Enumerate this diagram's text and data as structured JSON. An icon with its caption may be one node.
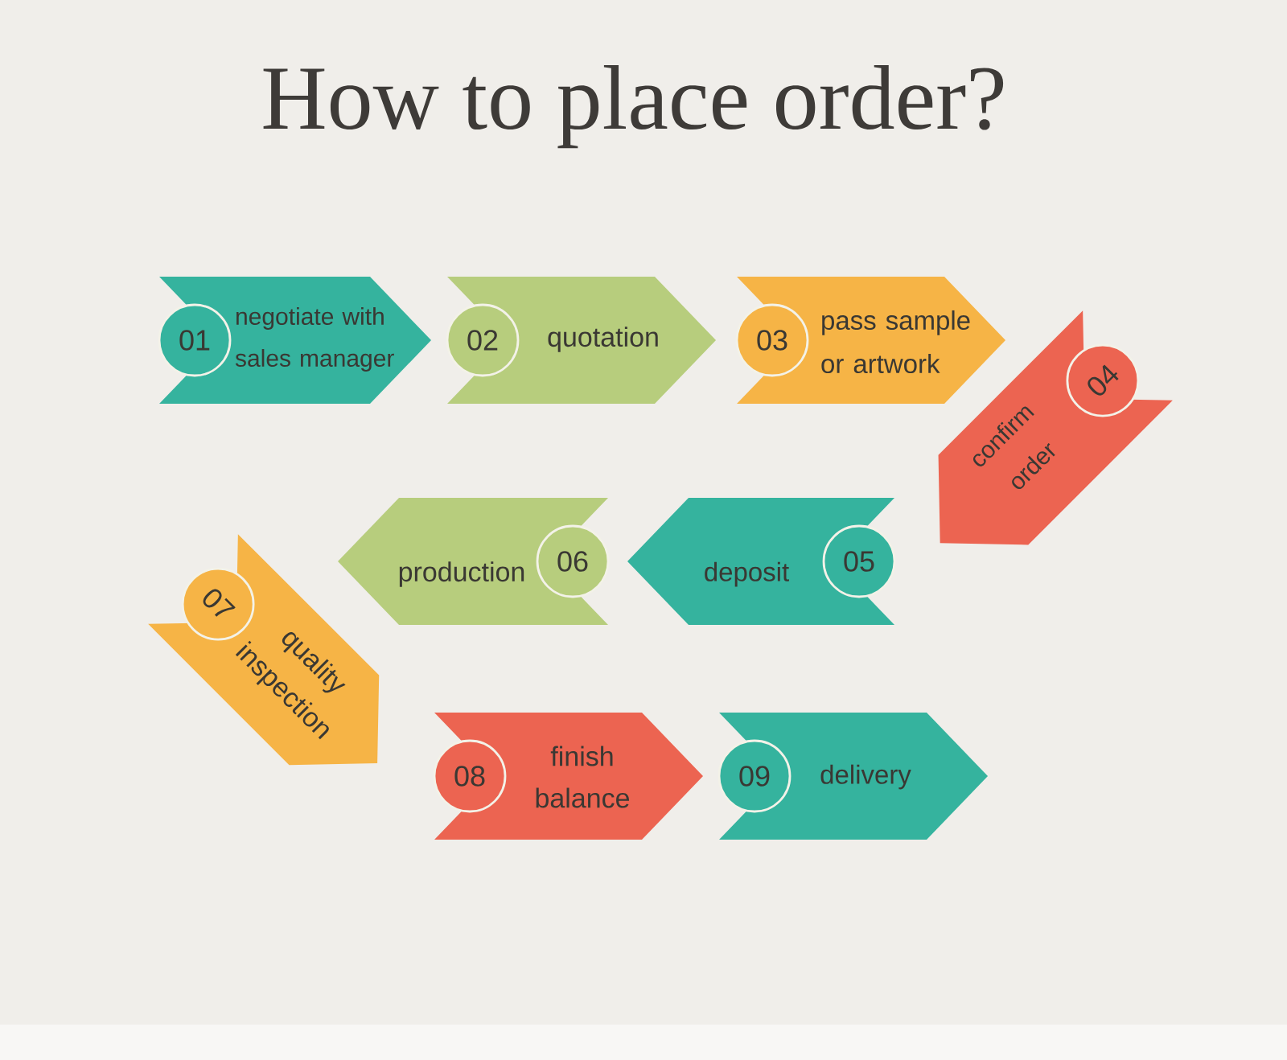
{
  "diagram": {
    "title": "How to place order?",
    "nodes": [
      {
        "text": [
          "negotiate with sales manager"
        ]
      },
      {
        "text": [
          "01"
        ],
        "in": 0
      },
      {
        "text": [
          "quotation"
        ]
      },
      {
        "text": [
          "02"
        ],
        "in": 2
      },
      {
        "text": [
          "pass sample or artwork"
        ]
      },
      {
        "text": [
          "03"
        ],
        "in": 4
      },
      {
        "text": [
          "confirm order"
        ]
      },
      {
        "text": [
          "04"
        ],
        "in": 6
      },
      {
        "text": [
          "deposit"
        ]
      },
      {
        "text": [
          "05"
        ],
        "in": 8
      },
      {
        "text": [
          "production"
        ]
      },
      {
        "text": [
          "06"
        ],
        "in": 10
      },
      {
        "text": [
          "quality inspection"
        ]
      },
      {
        "text": [
          "07"
        ],
        "in": 12
      },
      {
        "text": [
          "finish balance"
        ]
      },
      {
        "text": [
          "08"
        ],
        "in": 14
      },
      {
        "text": [
          "delivery"
        ]
      },
      {
        "text": [
          "09"
        ],
        "in": 16
      }
    ]
  }
}
